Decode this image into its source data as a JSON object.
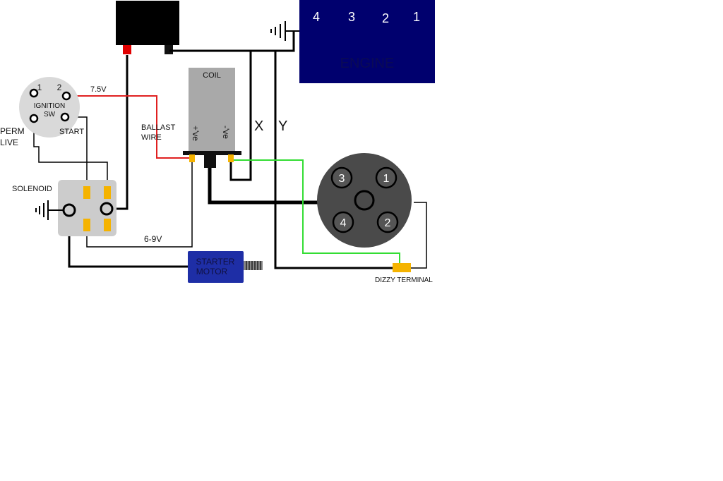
{
  "engine": {
    "label": "ENGINE",
    "cylinders": [
      "4",
      "3",
      "2",
      "1"
    ]
  },
  "ignition_switch": {
    "line1": "IGNITION",
    "line2": "SW",
    "terminal_1": "1",
    "terminal_2": "2"
  },
  "labels": {
    "voltage_75": "7.5V",
    "start": "START",
    "perm": "PERM",
    "live": "LIVE",
    "solenoid": "SOLENOID",
    "coil": "COIL",
    "coil_pos": "+'ve",
    "coil_neg": "-'ve",
    "ballast": "BALLAST",
    "wire": "WIRE",
    "voltage_69": "6-9V",
    "x": "X",
    "y": "Y",
    "dizzy_terminal": "DIZZY TERMINAL"
  },
  "starter_motor": {
    "line1": "STARTER",
    "line2": "MOTOR"
  },
  "distributor": {
    "segments": [
      "3",
      "1",
      "4",
      "2"
    ]
  },
  "colors": {
    "battery": "#000000",
    "engine": "#00006e",
    "starter": "#1e2ea6",
    "ballast_wire": "#e02020",
    "trigger_wire": "#33dd33",
    "terminal": "#f5b300",
    "distributor": "#4a4a4a",
    "switch": "#d9d9d9"
  }
}
